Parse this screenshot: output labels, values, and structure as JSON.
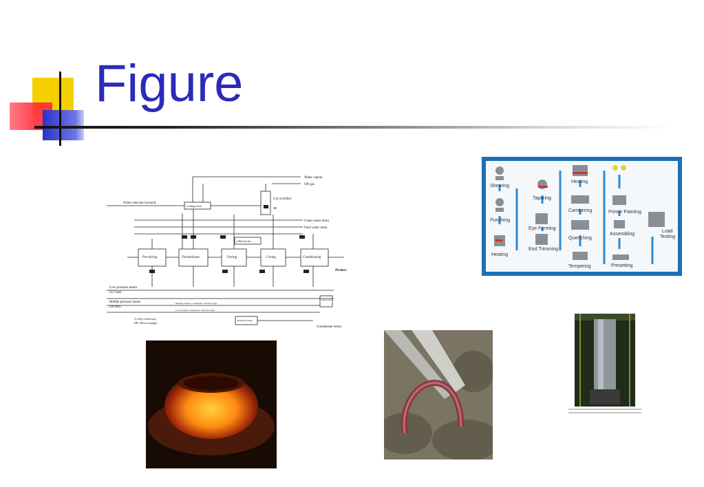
{
  "slide": {
    "title": "Figure"
  },
  "diagram": {
    "labels": {
      "water_vapour": "Water vapour",
      "off_gas": "Off gas",
      "water_inlet": "Water inlet (de-ionised)",
      "cooling_tower": "Cooling tower",
      "gas_scrubber": "Gas scrubber",
      "clean_water_drain": "Clean-water drain",
      "feed_water_drain": "Feed water drain",
      "collection_pit": "collection pit",
      "pre_drying": "Pre-drying",
      "thermolyses": "Thermolyses",
      "drying": "Drying",
      "curing": "Curing",
      "conditioning": "Conditioning",
      "product": "Product",
      "low_pressure_steam": "Low pressure steam",
      "low_pressure_value": "(3,5 bar)",
      "middle_pressure_steam": "Middle pressure steam",
      "middle_pressure_value": "(20 bar)",
      "mp_condensate": "Middle pressure condensate collection pipe",
      "lp_condensate": "Low pressure condensate collection pipe",
      "flash_tank": "Flash tank",
      "boiling_feeding": "Boiling feeding",
      "condensate_return": "Condensate return",
      "note1": "1) Only if necessary",
      "note2": "HE= Heat exchanger",
      "he": "HE"
    }
  },
  "process": {
    "steps": {
      "shearing": "Shearing",
      "punching": "Punching",
      "heating1": "Heating",
      "tapering": "Tapering",
      "eye_forming": "Eye Forming",
      "end_trimming": "End Trimming",
      "heating2": "Heating",
      "cambering": "Cambering",
      "quenching": "Quenching",
      "tempering": "Tempering",
      "primer_painting": "Primer Painting",
      "assembling": "Assembling",
      "presetting": "Presetting",
      "load_testing_1": "Load",
      "load_testing_2": "Testing"
    },
    "colors": {
      "frame": "#1b6fb6",
      "arrow": "#2a8ad8",
      "panel": "#f4f8fb"
    }
  },
  "photos": {
    "ring": "glowing-ring-photo",
    "hook": "bent-bar-tongs-photo",
    "column": "industrial-column-photo"
  }
}
